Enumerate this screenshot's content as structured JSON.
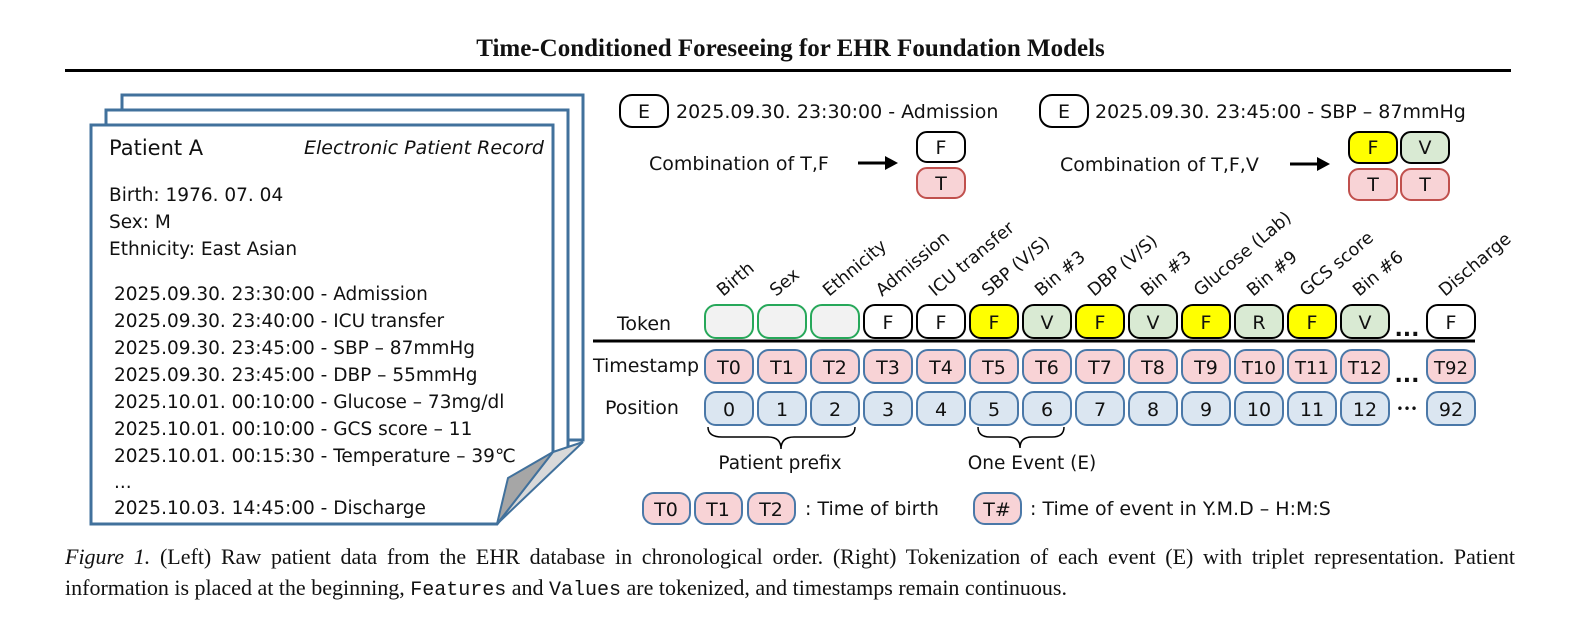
{
  "title": "Time-Conditioned Foreseeing for EHR Foundation Models",
  "record": {
    "patient": "Patient A",
    "header": "Electronic Patient Record",
    "demographics": [
      "Birth: 1976. 07. 04",
      "Sex: M",
      "Ethnicity: East Asian"
    ],
    "events": [
      "2025.09.30. 23:30:00 - Admission",
      "2025.09.30. 23:40:00 - ICU transfer",
      "2025.09.30. 23:45:00 - SBP – 87mmHg",
      "2025.09.30. 23:45:00 - DBP – 55mmHg",
      "2025.10.01. 00:10:00 - Glucose – 73mg/dl",
      "2025.10.01. 00:10:00 - GCS score – 11",
      "2025.10.01. 00:15:30 - Temperature – 39℃",
      "...",
      "2025.10.03. 14:45:00  - Discharge"
    ]
  },
  "examples": [
    {
      "e": "E",
      "text": "2025.09.30. 23:30:00 - Admission",
      "combo": "Combination of T,F",
      "top": [
        "F"
      ],
      "bottom": [
        "T"
      ]
    },
    {
      "e": "E",
      "text": "2025.09.30. 23:45:00 - SBP – 87mmHg",
      "combo": "Combination of T,F,V",
      "top": [
        "F",
        "V"
      ],
      "bottom": [
        "T",
        "T"
      ]
    }
  ],
  "row_labels": {
    "token": "Token",
    "timestamp": "Timestamp",
    "position": "Position"
  },
  "columns": [
    {
      "label": "Birth",
      "token": "",
      "kind": "prefix",
      "ts": "T0",
      "pos": "0"
    },
    {
      "label": "Sex",
      "token": "",
      "kind": "prefix",
      "ts": "T1",
      "pos": "1"
    },
    {
      "label": "Ethnicity",
      "token": "",
      "kind": "prefix",
      "ts": "T2",
      "pos": "2"
    },
    {
      "label": "Admission",
      "token": "F",
      "kind": "F",
      "ts": "T3",
      "pos": "3"
    },
    {
      "label": "ICU transfer",
      "token": "F",
      "kind": "F",
      "ts": "T4",
      "pos": "4"
    },
    {
      "label": "SBP (V/S)",
      "token": "F",
      "kind": "Fy",
      "ts": "T5",
      "pos": "5"
    },
    {
      "label": "Bin #3",
      "token": "V",
      "kind": "V",
      "ts": "T6",
      "pos": "6"
    },
    {
      "label": "DBP (V/S)",
      "token": "F",
      "kind": "Fy",
      "ts": "T7",
      "pos": "7"
    },
    {
      "label": "Bin #3",
      "token": "V",
      "kind": "V",
      "ts": "T8",
      "pos": "8"
    },
    {
      "label": "Glucose (Lab)",
      "token": "F",
      "kind": "Fy",
      "ts": "T9",
      "pos": "9"
    },
    {
      "label": "Bin #9",
      "token": "R",
      "kind": "V",
      "ts": "T10",
      "pos": "10"
    },
    {
      "label": "GCS score",
      "token": "F",
      "kind": "Fy",
      "ts": "T11",
      "pos": "11"
    },
    {
      "label": "Bin #6",
      "token": "V",
      "kind": "V",
      "ts": "T12",
      "pos": "12"
    },
    {
      "label": "Discharge",
      "token": "F",
      "kind": "F",
      "ts": "T92",
      "pos": "92"
    }
  ],
  "ellipsis": "...",
  "ellipsis_pos": "•••",
  "braces": [
    "Patient prefix",
    "One Event (E)"
  ],
  "legend": {
    "birth_chips": [
      "T0",
      "T1",
      "T2"
    ],
    "birth_text": ": Time of birth",
    "event_chip": "T#",
    "event_text": ": Time of event in Y.M.D – H:M:S"
  },
  "colors": {
    "pink": "#f8d3d6",
    "pink_stroke": "#c0504d",
    "blue": "#dbe6f1",
    "blue_stroke": "#4a78a8",
    "yellow": "#ffff00",
    "sage": "#d9ead3",
    "green_stroke": "#27a85a",
    "page_stroke": "#41719c"
  },
  "caption": {
    "fig": "Figure 1.",
    "p1": " (Left) Raw patient data from the EHR database in chronological order. (Right) Tokenization of each event (E) with triplet representation. Patient information is placed at the beginning, ",
    "m1": "Features",
    "p2": " and ",
    "m2": "Values",
    "p3": " are tokenized, and timestamps remain continuous."
  }
}
